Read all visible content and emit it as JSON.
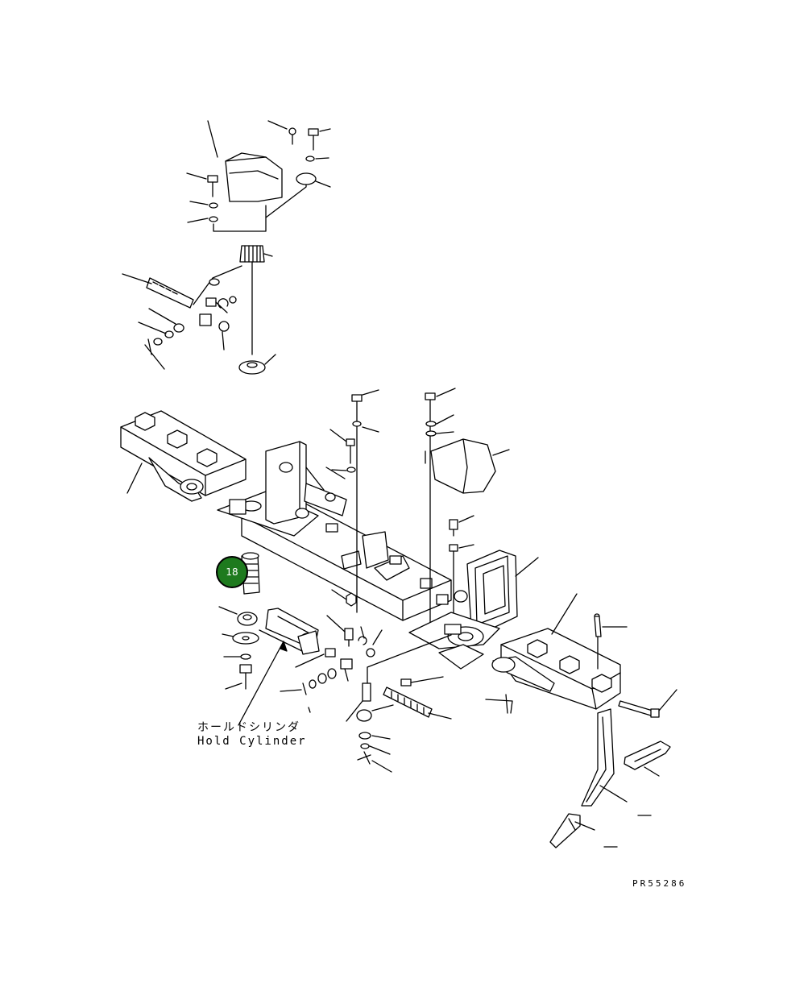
{
  "diagram": {
    "label_jp": "ホールドシリンダ",
    "label_en": "Hold Cylinder",
    "drawing_code": "PR55286",
    "callout": {
      "number": "18",
      "color": "#1e7a1e",
      "ring_color": "#000000"
    }
  }
}
